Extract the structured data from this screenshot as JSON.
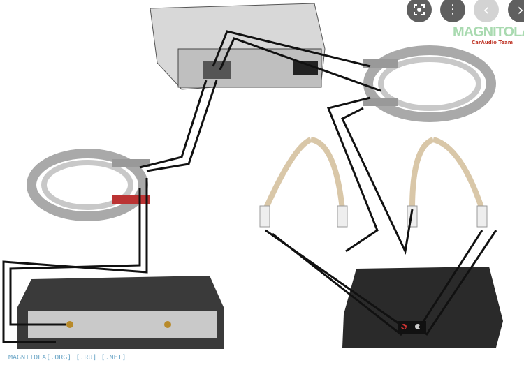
{
  "overlay": {
    "buttons": [
      {
        "name": "visual-search",
        "icon": "lens-icon"
      },
      {
        "name": "more-options",
        "icon": "more-vertical-icon",
        "glyph": "⋮"
      },
      {
        "name": "previous",
        "icon": "chevron-left-icon",
        "glyph": "‹"
      },
      {
        "name": "next",
        "icon": "chevron-right-icon",
        "glyph": "›"
      }
    ]
  },
  "logo": {
    "main": "MAGNITOLA",
    "sub": "CarAudio Team"
  },
  "watermark": "MAGNITOLA[.ORG] [.RU] [.NET]",
  "colors": {
    "button_dark": "#5f5f5f",
    "button_light": "#d0d0d0",
    "wire": "#111111",
    "watermark": "#6fa8c8"
  }
}
